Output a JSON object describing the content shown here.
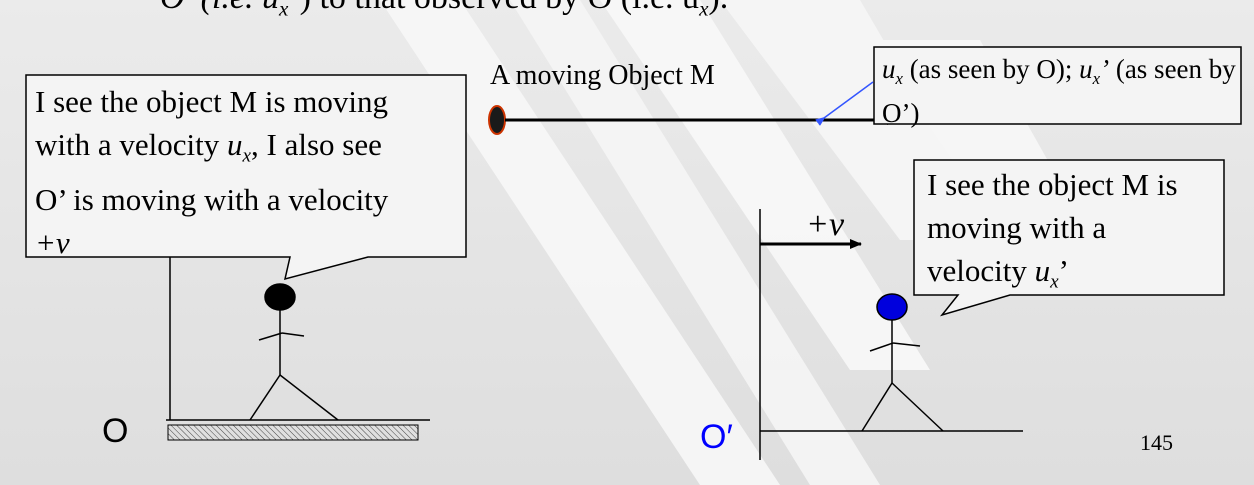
{
  "header": {
    "fragment": "O’ (i.e. u",
    "fragment_sub1": "x",
    "fragment_mid": "’) to that observed by O (i.e. u",
    "fragment_sub2": "x",
    "fragment_end": ")."
  },
  "moving_object": {
    "label": "A moving Object M",
    "callout_u": "u",
    "callout_sub": "x",
    "callout_mid": " (as seen by O); ",
    "callout_u2": "u",
    "callout_sub2": "x",
    "callout_prime": "’",
    "callout_end": " (as seen by O’)"
  },
  "observer_o": {
    "label": "O",
    "bubble_l1": "I see the object M is moving",
    "bubble_l2a": "with a velocity ",
    "bubble_l2u": "u",
    "bubble_l2sub": "x",
    "bubble_l2b": ", I also see",
    "bubble_l3": "O’ is moving with a velocity",
    "bubble_l4": "+v"
  },
  "observer_o_prime": {
    "label": "O′",
    "velocity_label": "+v",
    "bubble_l1": "I see the object M is",
    "bubble_l2": "moving with a",
    "bubble_l3a": "velocity ",
    "bubble_l3u": "u",
    "bubble_l3sub": "x",
    "bubble_l3b": "’"
  },
  "page_number": "145",
  "colors": {
    "background": "#e6e6e6",
    "stripe": "#ffffff",
    "o_prime_text": "#0000ff",
    "head_o": "#000000",
    "head_o_prime": "#0000dd",
    "object_fill": "#1a1a1a",
    "object_rim": "#cc3300",
    "callout_line": "#3355ff"
  }
}
